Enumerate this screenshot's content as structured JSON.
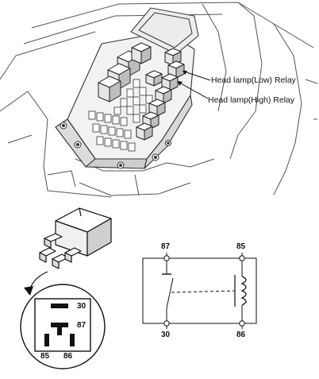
{
  "callouts": {
    "low_relay": "Head lamp(Low) Relay",
    "high_relay": "Head lamp(High) Relay"
  },
  "pin_face": {
    "p30": "30",
    "p87": "87",
    "p85": "85",
    "p86": "86"
  },
  "circuit": {
    "p87": "87",
    "p85": "85",
    "p30": "30",
    "p86": "86"
  }
}
